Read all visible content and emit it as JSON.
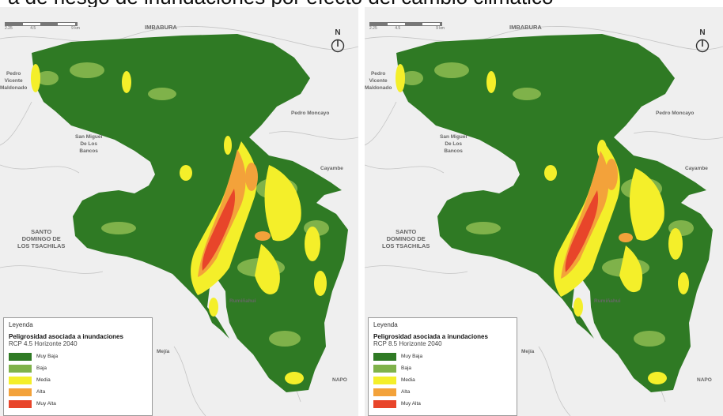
{
  "header": {
    "title": "a de riesgo de inundaciones por efecto del cambio climático"
  },
  "colors": {
    "muy_baja": "#2f7a24",
    "baja": "#7fb24a",
    "media": "#f4ef2a",
    "alta": "#f3a23a",
    "muy_alta": "#e8452a",
    "background": "#efefef",
    "region_line": "#bdbdbd"
  },
  "map": {
    "north_label": "N",
    "north_icon": "north-arrow-icon",
    "scale_ticks": [
      "2.25",
      "4.5",
      "",
      "9 km"
    ],
    "places": {
      "imbabura": "IMBABURA",
      "pedro_vicente": "Pedro\nVicente\nMaldonado",
      "pedro_moncayo": "Pedro Moncayo",
      "san_miguel": "San Miguel\nDe Los\nBancos",
      "cayambe": "Cayambe",
      "santo_domingo": "SANTO\nDOMINGO DE\nLOS TSACHILAS",
      "rumiñahui": "Rumiñahui",
      "mejia": "Mejía",
      "napo": "NAPO"
    }
  },
  "panels": [
    {
      "legend": {
        "heading": "Leyenda",
        "title": "Peligrosidad asociada a inundaciones",
        "subtitle": "RCP 4.5 Horizonte 2040",
        "items": [
          "Muy Baja",
          "Baja",
          "Media",
          "Alta",
          "Muy Alta"
        ]
      }
    },
    {
      "legend": {
        "heading": "Leyenda",
        "title": "Peligrosidad asociada a inundaciones",
        "subtitle": "RCP 8.5 Horizonte 2040",
        "items": [
          "Muy Baja",
          "Baja",
          "Media",
          "Alta",
          "Muy Alta"
        ]
      }
    }
  ]
}
